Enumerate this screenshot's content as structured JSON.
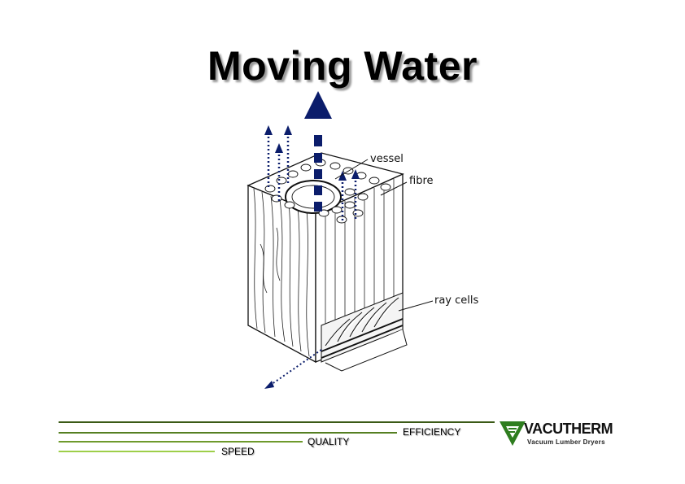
{
  "title": "Moving Water",
  "labels": {
    "vessel": "vessel",
    "fibre": "fibre",
    "ray_cells": "ray cells"
  },
  "footer": {
    "efficiency": "EFFICIENCY",
    "quality": "QUALITY",
    "speed": "SPEED"
  },
  "logo": {
    "name": "VACUTHERM",
    "tagline": "Vacuum Lumber Dryers"
  },
  "colors": {
    "arrow": "#0b1d6b",
    "bar_dark": "#3b5a16",
    "bar_mid": "#6e9a2c",
    "bar_light": "#9ecf4a",
    "logo_green": "#2e7d1f"
  }
}
